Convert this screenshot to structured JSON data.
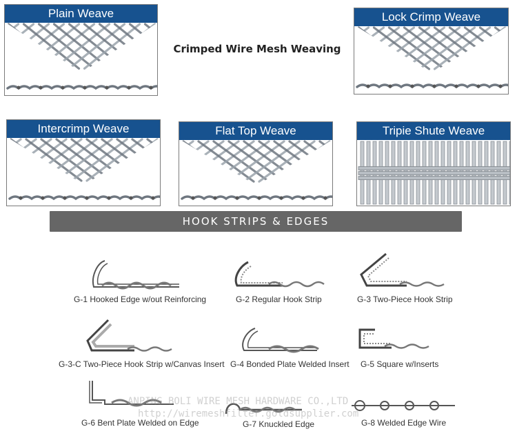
{
  "title": "Crimped Wire Mesh Weaving",
  "weaves": [
    {
      "id": "plain",
      "label": "Plain Weave"
    },
    {
      "id": "lock-crimp",
      "label": "Lock Crimp Weave"
    },
    {
      "id": "intercrimp",
      "label": "Intercrimp Weave"
    },
    {
      "id": "flat-top",
      "label": "Flat Top Weave"
    },
    {
      "id": "triple-shute",
      "label": "Tripie Shute Weave"
    }
  ],
  "section_banner": "HOOK STRIPS & EDGES",
  "hook_strips": [
    {
      "label": "G-1 Hooked Edge w/out Reinforcing"
    },
    {
      "label": "G-2 Regular Hook Strip"
    },
    {
      "label": "G-3 Two-Piece Hook Strip"
    },
    {
      "label": "G-3-C Two-Piece Hook Strip w/Canvas Insert"
    },
    {
      "label": "G-4 Bonded Plate Welded Insert"
    },
    {
      "label": "G-5 Square w/Inserts"
    },
    {
      "label": "G-6 Bent Plate Welded on Edge"
    },
    {
      "label": "G-7 Knuckled Edge"
    },
    {
      "label": "G-8 Welded Edge Wire"
    }
  ],
  "watermark": {
    "line1": "ANPING BOLI WIRE MESH HARDWARE CO.,LTD",
    "line2": "http://wiremeshfilter.goldsupplier.com"
  },
  "colors": {
    "panel_header": "#17528f",
    "banner": "#666666",
    "wire": "#6f7780"
  }
}
